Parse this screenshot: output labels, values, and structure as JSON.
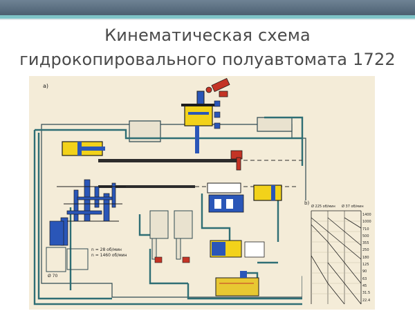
{
  "slide": {
    "title_line_1": "Кинематическая схема",
    "title_line_2": "гидрокопировального полуавтомата 1722"
  },
  "diagram": {
    "figure_letter": "a)",
    "graph_letter": "b)",
    "labels": {
      "spindle_note": "n = 28 об/мин",
      "gear_note": "n = 1460 об/мин",
      "motor_label": "Ø 70"
    },
    "graph": {
      "header_left": "Ø 225 об/мин",
      "header_right": "Ø 37 об/мин",
      "right_scale": [
        "1400",
        "1000",
        "710",
        "500",
        "355",
        "250",
        "180",
        "125",
        "90",
        "63",
        "45",
        "31.5",
        "22.4"
      ]
    },
    "colors": {
      "frame_teal": "#2e6e74",
      "cylinder_yellow": "#f2d21a",
      "gear_blue": "#2a56b8",
      "valve_red": "#c43426",
      "tank_yellow": "#e8c832"
    }
  }
}
